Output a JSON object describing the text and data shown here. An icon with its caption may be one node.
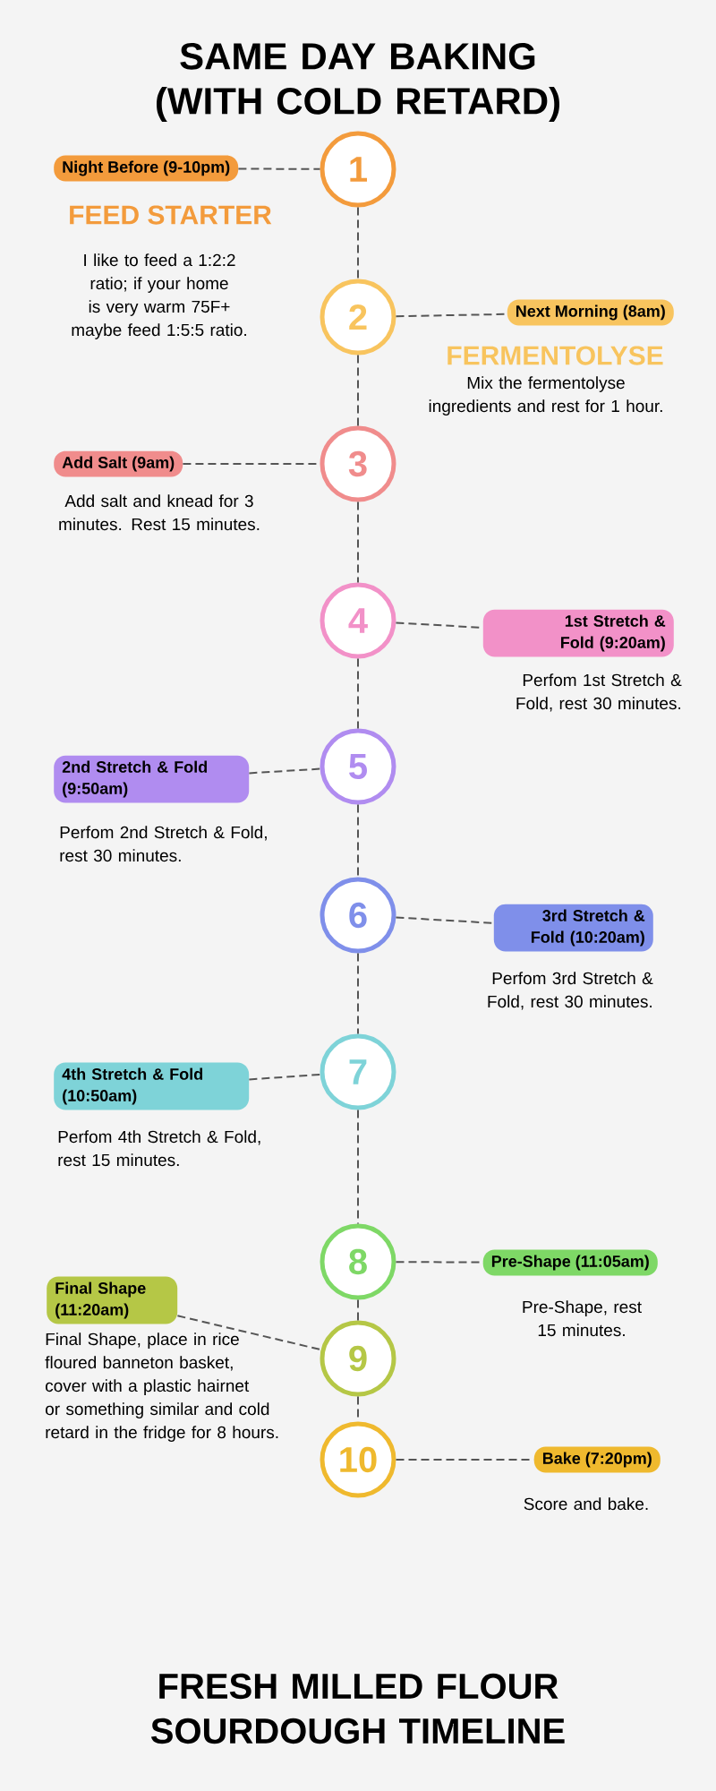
{
  "diagram": {
    "title": "SAME DAY BAKING (WITH COLD RETARD)",
    "caption": "FRESH MILLED FLOUR SOURDOUGH TIMELINE",
    "nodes": [
      {
        "text": [
          "1"
        ]
      },
      {
        "text": [
          "2"
        ]
      },
      {
        "text": [
          "3"
        ]
      },
      {
        "text": [
          "4"
        ]
      },
      {
        "text": [
          "5"
        ]
      },
      {
        "text": [
          "6"
        ]
      },
      {
        "text": [
          "7"
        ]
      },
      {
        "text": [
          "8"
        ]
      },
      {
        "text": [
          "9"
        ]
      },
      {
        "text": [
          "10"
        ]
      },
      {
        "text": [
          "Night Before (9-10pm)"
        ],
        "beside": [
          "FEED STARTER",
          "I like to feed a 1:2:2 ratio; if your home is very warm 75F+ maybe feed 1:5:5 ratio."
        ]
      },
      {
        "text": [
          "Next Morning (8am)"
        ],
        "beside": [
          "FERMENTOLYSE",
          "Mix the fermentolyse ingredients and rest for 1 hour."
        ]
      },
      {
        "text": [
          "Add Salt (9am)"
        ],
        "beside": [
          "Add salt and knead for 3 minutes. Rest 15 minutes."
        ]
      },
      {
        "text": [
          "1st Stretch & Fold (9:20am)"
        ],
        "beside": [
          "Perfom 1st Stretch & Fold, rest 30 minutes."
        ]
      },
      {
        "text": [
          "2nd Stretch & Fold (9:50am)"
        ],
        "beside": [
          "Perfom 2nd Stretch & Fold, rest 30 minutes."
        ]
      },
      {
        "text": [
          "3rd Stretch & Fold (10:20am)"
        ],
        "beside": [
          "Perfom 3rd Stretch & Fold, rest 30 minutes."
        ]
      },
      {
        "text": [
          "4th Stretch & Fold (10:50am)"
        ],
        "beside": [
          "Perfom 4th Stretch & Fold, rest 15 minutes."
        ]
      },
      {
        "text": [
          "Pre-Shape (11:05am)"
        ],
        "beside": [
          "Pre-Shape, rest 15 minutes."
        ]
      },
      {
        "text": [
          "Final Shape (11:20am)"
        ],
        "beside": [
          "Final Shape, place in rice floured banneton basket, cover with a plastic hairnet or something similar and cold retard in the fridge for 8 hours."
        ]
      },
      {
        "text": [
          "Bake (7:20pm)"
        ],
        "beside": [
          "Score and bake."
        ]
      }
    ],
    "edges": [
      {
        "from": 0,
        "to": 1,
        "arrow": "none",
        "style": "dashed"
      },
      {
        "from": 1,
        "to": 2,
        "arrow": "none",
        "style": "dashed"
      },
      {
        "from": 2,
        "to": 3,
        "arrow": "none",
        "style": "dashed"
      },
      {
        "from": 3,
        "to": 4,
        "arrow": "none",
        "style": "dashed"
      },
      {
        "from": 4,
        "to": 5,
        "arrow": "none",
        "style": "dashed"
      },
      {
        "from": 5,
        "to": 6,
        "arrow": "none",
        "style": "dashed"
      },
      {
        "from": 6,
        "to": 7,
        "arrow": "none",
        "style": "dashed"
      },
      {
        "from": 7,
        "to": 8,
        "arrow": "none",
        "style": "dashed"
      },
      {
        "from": 8,
        "to": 9,
        "arrow": "none",
        "style": "dashed"
      },
      {
        "from": 10,
        "to": 0,
        "arrow": "none",
        "style": "dashed"
      },
      {
        "from": 1,
        "to": 11,
        "arrow": "none",
        "style": "dashed"
      },
      {
        "from": 12,
        "to": 2,
        "arrow": "none",
        "style": "dashed"
      },
      {
        "from": 3,
        "to": 13,
        "arrow": "none",
        "style": "dashed"
      },
      {
        "from": 14,
        "to": 4,
        "arrow": "none",
        "style": "dashed"
      },
      {
        "from": 5,
        "to": 15,
        "arrow": "none",
        "style": "dashed"
      },
      {
        "from": 16,
        "to": 6,
        "arrow": "none",
        "style": "dashed"
      },
      {
        "from": 7,
        "to": 17,
        "arrow": "none",
        "style": "dashed"
      },
      {
        "from": 18,
        "to": 8,
        "arrow": "none",
        "style": "dashed"
      },
      {
        "from": 9,
        "to": 19,
        "arrow": "none",
        "style": "dashed"
      }
    ]
  }
}
